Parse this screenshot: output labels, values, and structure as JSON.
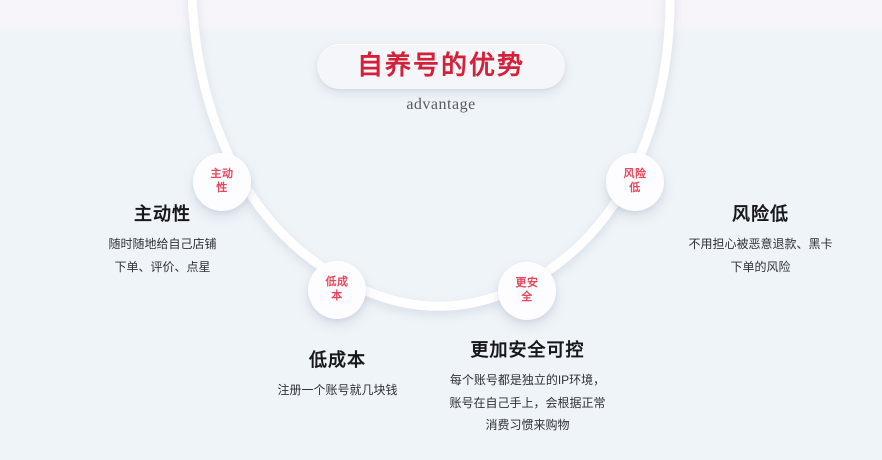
{
  "header": {
    "title": "自养号的优势",
    "subtitle": "advantage"
  },
  "colors": {
    "accent_red": "#d42038",
    "node_red": "#e8475b",
    "heading_dark": "#17181c",
    "body_text": "#2f3136",
    "background_top": "#f7f5fa",
    "background_bottom": "#eff4f8",
    "circle_fill": "#fdfdff",
    "pill_fill": "#f4f6fa",
    "curve_stroke": "#ffffff"
  },
  "nodes": [
    {
      "badge_line1": "主动",
      "badge_line2": "性",
      "heading": "主动性",
      "desc_lines": [
        "随时随地给自己店铺",
        "下单、评价、点星"
      ]
    },
    {
      "badge_line1": "低成",
      "badge_line2": "本",
      "heading": "低成本",
      "desc_lines": [
        "注册一个账号就几块钱"
      ]
    },
    {
      "badge_line1": "更安",
      "badge_line2": "全",
      "heading": "更加安全可控",
      "desc_lines": [
        "每个账号都是独立的IP环境，",
        "账号在自己手上，会根据正常",
        "消费习惯来购物"
      ]
    },
    {
      "badge_line1": "风险",
      "badge_line2": "低",
      "heading": "风险低",
      "desc_lines": [
        "不用担心被恶意退款、黑卡",
        "下单的风险"
      ]
    }
  ]
}
